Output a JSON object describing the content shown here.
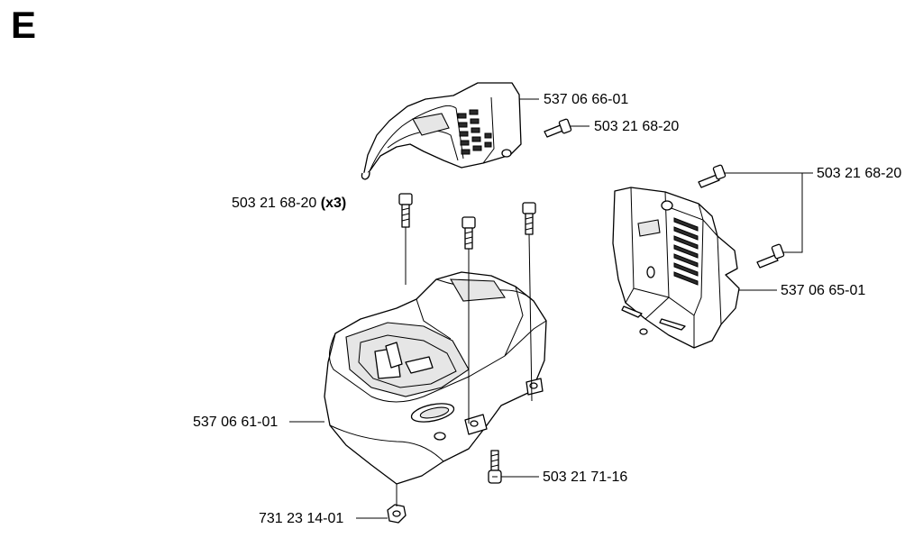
{
  "section": "E",
  "parts": {
    "top_cover": "537 06 66-01",
    "top_cover_screw": "503 21 68-20",
    "screw_x3_number": "503 21 68-20",
    "screw_x3_qty": "(x3)",
    "side_cover_screw": "503 21 68-20",
    "side_cover": "537 06 65-01",
    "cylinder_cover": "537 06 61-01",
    "bottom_screw": "503 21 71-16",
    "nut": "731 23 14-01"
  }
}
